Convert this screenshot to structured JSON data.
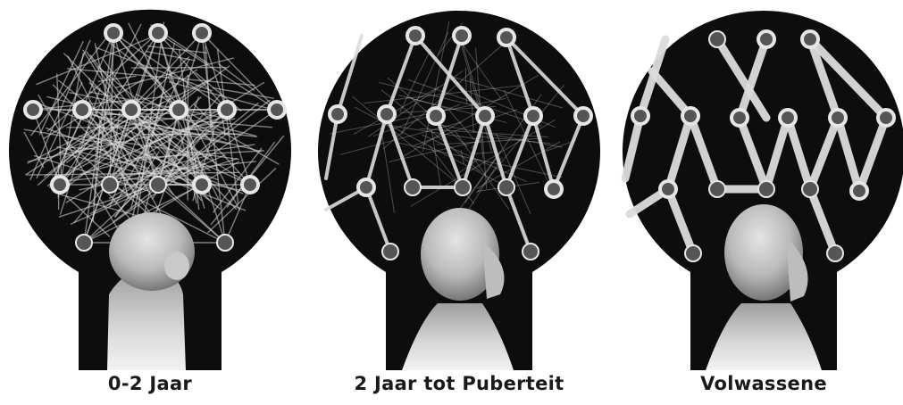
{
  "panels": [
    {
      "id": "infant",
      "caption": "0-2 Jaar"
    },
    {
      "id": "child",
      "caption": "2 Jaar tot Puberteit"
    },
    {
      "id": "adult",
      "caption": "Volwassene"
    }
  ],
  "colors": {
    "background": "#ffffff",
    "keyhole": "#0d0d0d",
    "node_ring": "#e6e6e6",
    "node_fill": "#555555",
    "connection": "#dcdcdc",
    "skin": "#bdbdbd",
    "caption": "#1a1a1a"
  }
}
